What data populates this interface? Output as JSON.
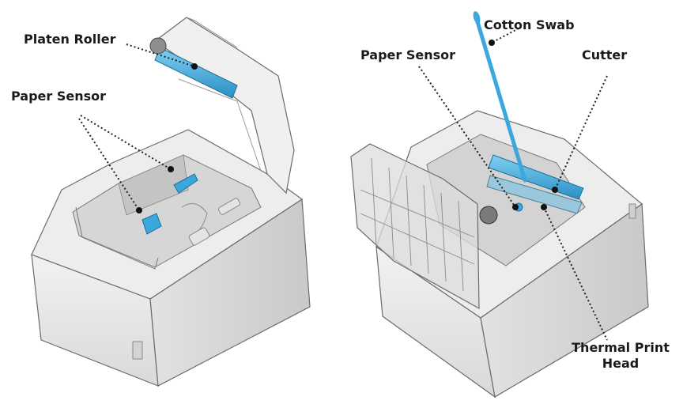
{
  "labels": {
    "platen_roller": "Platen Roller",
    "paper_sensor_left": "Paper Sensor",
    "paper_sensor_right": "Paper Sensor",
    "cotton_swab": "Cotton Swab",
    "cutter": "Cutter",
    "thermal_print_head_line1": "Thermal Print",
    "thermal_print_head_line2": "Head"
  },
  "colors": {
    "printer_body": "#ededed",
    "printer_shadow": "#cfcfcf",
    "outline": "#6b6b6b",
    "accent_blue": "#3aa7dd",
    "leader": "#222222"
  }
}
